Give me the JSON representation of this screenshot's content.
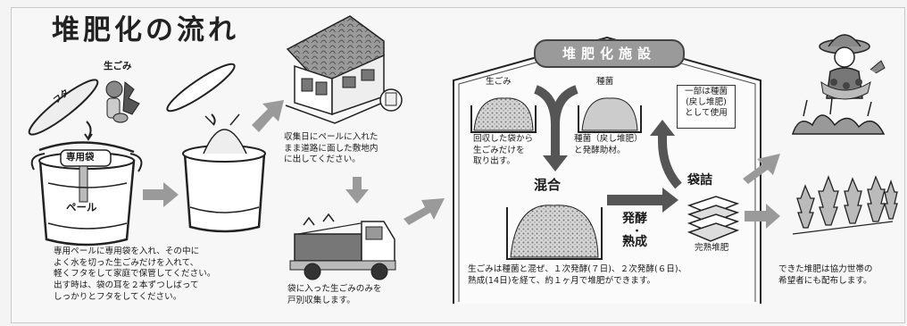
{
  "title": "堆肥化の流れ",
  "labels": {
    "namagomi_top": "生ごみ",
    "futa": "フタ",
    "senyoubukuro": "専用袋",
    "pail": "ペール",
    "facility_title": "堆肥化施設",
    "namagomi_facility": "生ごみ",
    "tanekin": "種菌",
    "kongo": "混合",
    "hakko": "発酵",
    "dot": "・",
    "jukusei": "熟成",
    "fukuro_zume": "袋詰",
    "kanjuku": "完熟堆肥"
  },
  "note_box": [
    "一部は種菌",
    "(戻し堆肥)",
    "として使用"
  ],
  "captions": {
    "step1": [
      "専用ペールに専用袋を入れ、その中に",
      "よく水を切った生ごみだけを入れて、",
      "軽くフタをして家庭で保管してください。",
      "出す時は、袋の耳を２本ずつしばって",
      "しっかりとフタをしてください。"
    ],
    "step2": [
      "収集日にペールに入れた",
      "まま道路に面した敷地内",
      "に出してください。"
    ],
    "step3": [
      "袋に入った生ごみのみを",
      "戸別収集します。"
    ],
    "facility_left": [
      "回収した袋から",
      "生ごみだけを",
      "取り出す。"
    ],
    "facility_right": [
      "種菌（戻し堆肥）",
      "と発酵助材。"
    ],
    "facility_bottom": [
      "生ごみは種菌と混ぜ、１次発酵(７日)、２次発酵(６日)、",
      "熟成(14日)を経て、約１ヶ月で堆肥ができます。"
    ],
    "final": [
      "できた堆肥は協力世帯の",
      "希望者にも配布します。"
    ]
  }
}
